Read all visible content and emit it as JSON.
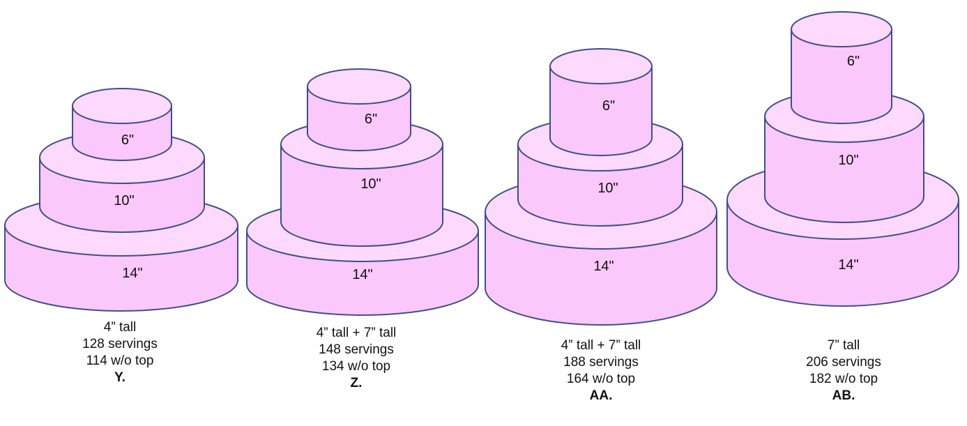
{
  "cakes": [
    {
      "id": "Y.",
      "tiers": [
        "14\"",
        "10\"",
        "6\""
      ],
      "height": "4” tall",
      "servings": "128 servings",
      "without_top": "114 w/o top"
    },
    {
      "id": "Z.",
      "tiers": [
        "14\"",
        "10\"",
        "6\""
      ],
      "height": "4” tall + 7” tall",
      "servings": "148 servings",
      "without_top": "134 w/o top"
    },
    {
      "id": "AA.",
      "tiers": [
        "14\"",
        "10\"",
        "6\""
      ],
      "height": "4” tall + 7” tall",
      "servings": "188 servings",
      "without_top": "164 w/o top"
    },
    {
      "id": "AB.",
      "tiers": [
        "14\"",
        "10\"",
        "6\""
      ],
      "height": "7” tall",
      "servings": "206 servings",
      "without_top": "182 w/o top"
    }
  ],
  "colors": {
    "fill": "#fbc8fb",
    "top_fill": "#fdd9fd",
    "stroke": "#3f4f8c"
  }
}
